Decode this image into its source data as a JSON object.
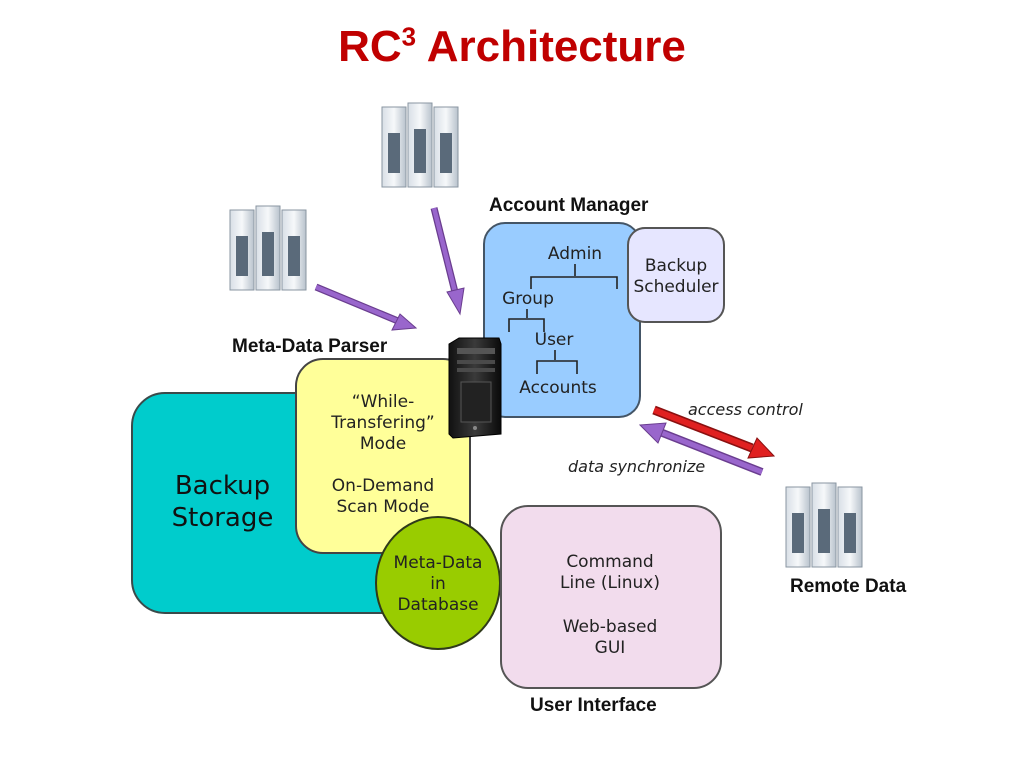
{
  "title": {
    "main": "RC",
    "sup": "3",
    "rest": " Architecture"
  },
  "account_manager": {
    "label": "Account Manager",
    "admin": "Admin",
    "group": "Group",
    "user": "User",
    "accounts": "Accounts"
  },
  "backup_scheduler": {
    "line1": "Backup",
    "line2": "Scheduler"
  },
  "meta_data_parser": {
    "label": "Meta-Data Parser"
  },
  "parser_box": {
    "mode1_line1": "“While-",
    "mode1_line2": "Transfering”",
    "mode1_line3": "Mode",
    "mode2_line1": "On-Demand",
    "mode2_line2": "Scan Mode"
  },
  "backup_storage": {
    "line1": "Backup",
    "line2": "Storage"
  },
  "metadata_db": {
    "line1": "Meta-Data",
    "line2": "in",
    "line3": "Database"
  },
  "user_interface": {
    "label": "User Interface",
    "cli_line1": "Command",
    "cli_line2": "Line (Linux)",
    "web_line1": "Web-based",
    "web_line2": "GUI"
  },
  "arrows": {
    "access_control": "access control",
    "data_synchronize": "data synchronize"
  },
  "remote_data": {
    "label": "Remote Data"
  },
  "colors": {
    "title": "#c00000",
    "account_manager": "#99ccff",
    "backup_scheduler": "#e6e6ff",
    "parser": "#ffff99",
    "backup_storage": "#00cccc",
    "metadata_db": "#99cc00",
    "user_interface": "#f2dced",
    "arrow_purple": "#9966cc",
    "arrow_red": "#e02020"
  }
}
